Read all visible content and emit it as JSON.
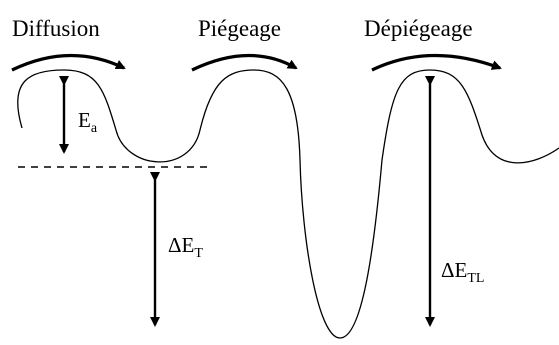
{
  "labels": {
    "diffusion": "Diffusion",
    "piegeage": "Piégeage",
    "depiegeage": "Dépiégeage"
  },
  "energies": {
    "activation": {
      "symbol": "E",
      "subscript": "a"
    },
    "trap": {
      "symbol": "ΔE",
      "subscript": "T"
    },
    "trap_release": {
      "symbol": "ΔE",
      "subscript": "TL"
    }
  },
  "colors": {
    "stroke": "#000000",
    "background": "#ffffff"
  }
}
